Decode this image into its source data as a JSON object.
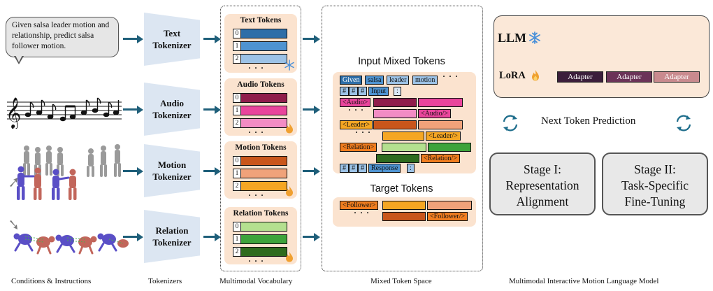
{
  "conditions": {
    "instruction_text": "Given salsa leader motion and relationship, predict salsa follower motion."
  },
  "tokenizers": [
    {
      "line1": "Text",
      "line2": "Tokenizer"
    },
    {
      "line1": "Audio",
      "line2": "Tokenizer"
    },
    {
      "line1": "Motion",
      "line2": "Tokenizer"
    },
    {
      "line1": "Relation",
      "line2": "Tokenizer"
    }
  ],
  "vocabulary": [
    {
      "title": "Text Tokens",
      "indices": [
        "0",
        "1",
        "2"
      ],
      "colors": [
        "#2e6ea8",
        "#4e93d1",
        "#9cc2e6"
      ],
      "status": "frozen"
    },
    {
      "title": "Audio Tokens",
      "indices": [
        "0",
        "1",
        "2"
      ],
      "colors": [
        "#8f1d4b",
        "#e9459c",
        "#f28cc4"
      ],
      "status": "trainable"
    },
    {
      "title": "Motion Tokens",
      "indices": [
        "0",
        "1",
        "2"
      ],
      "colors": [
        "#c9561b",
        "#f0a27a",
        "#f5a623"
      ],
      "status": "trainable"
    },
    {
      "title": "Relation Tokens",
      "indices": [
        "0",
        "1",
        "2"
      ],
      "colors": [
        "#b4e08f",
        "#3da33b",
        "#2e6b1e"
      ],
      "status": "trainable"
    }
  ],
  "dots": "· · ·",
  "mixed": {
    "input_title": "Input Mixed Tokens",
    "target_title": "Target Tokens",
    "text_words": [
      "Given",
      "salsa",
      "leader",
      "motion"
    ],
    "hash": "#",
    "input_label": "Input",
    "colon": ":",
    "audio_open": "<Audio>",
    "audio_close": "<Audio/>",
    "leader_open": "<Leader>",
    "leader_close": "<Leader/>",
    "relation_open": "<Relation>",
    "relation_close": "<Relation/>",
    "response_label": "Response",
    "follower_open": "<Follower>",
    "follower_close": "<Follower/>"
  },
  "llm": {
    "title": "LLM",
    "lora": "LoRA",
    "adapters": [
      "Adapter",
      "Adapter",
      "Adapter"
    ],
    "adapter_colors": [
      "#3b1e3b",
      "#6b3358",
      "#c98a8e"
    ]
  },
  "next_token": "Next Token Prediction",
  "stages": [
    {
      "line1": "Stage I:",
      "line2": "Representation",
      "line3": "Alignment"
    },
    {
      "line1": "Stage II:",
      "line2": "Task-Specific",
      "line3": "Fine-Tuning"
    }
  ],
  "column_labels": {
    "conditions": "Conditions & Instructions",
    "tokenizers": "Tokenizers",
    "vocabulary": "Multimodal Vocabulary",
    "mixed": "Mixed Token Space",
    "model": "Multimodal Interactive Motion Language Model"
  },
  "icons": {
    "frozen": "snowflake-icon",
    "trainable": "flame-icon",
    "cycle": "cycle-arrows-icon"
  },
  "colors": {
    "arrow": "#1f5f7a",
    "tokenizer_fill": "#dce6f2",
    "panel_fill": "#fbe3cf",
    "snowflake": "#4a90d9",
    "flame": "#f0a030"
  }
}
